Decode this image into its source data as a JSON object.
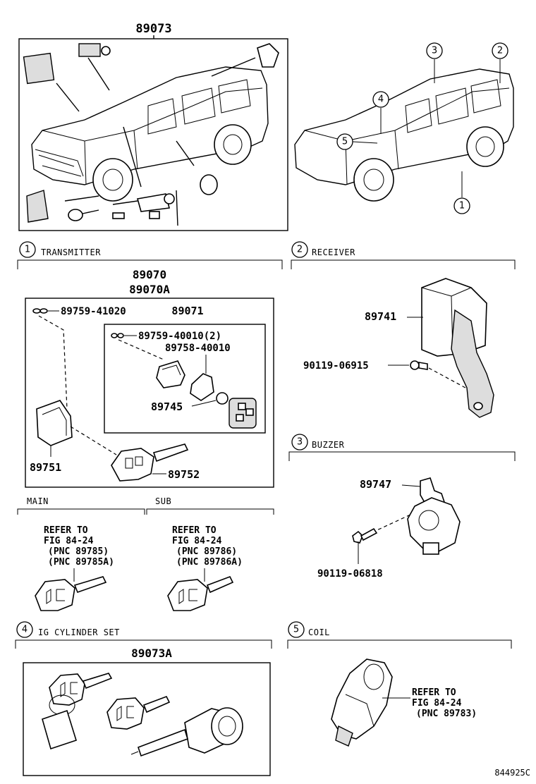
{
  "overview": {
    "assy_number": "89073",
    "location_callouts": [
      "3",
      "2",
      "4",
      "5",
      "1"
    ]
  },
  "sections": {
    "transmitter": {
      "number": "1",
      "title": "TRANSMITTER",
      "assy_numbers": [
        "89070",
        "89070A"
      ],
      "parts": {
        "p89759_41020": "89759-41020",
        "p89071": "89071",
        "p89759_40010": "89759-40010(2)",
        "p89758_40010": "89758-40010",
        "p89745": "89745",
        "p89751": "89751",
        "p89752": "89752"
      },
      "main": {
        "label": "MAIN",
        "refer_line1": "REFER TO",
        "refer_line2": "FIG 84-24",
        "pnc1": "(PNC 89785)",
        "pnc2": "(PNC 89785A)"
      },
      "sub": {
        "label": "SUB",
        "refer_line1": "REFER TO",
        "refer_line2": "FIG 84-24",
        "pnc1": "(PNC 89786)",
        "pnc2": "(PNC 89786A)"
      }
    },
    "receiver": {
      "number": "2",
      "title": "RECEIVER",
      "parts": {
        "p89741": "89741",
        "p90119_06915": "90119-06915"
      }
    },
    "buzzer": {
      "number": "3",
      "title": "BUZZER",
      "parts": {
        "p89747": "89747",
        "p90119_06818": "90119-06818"
      }
    },
    "ig_cylinder": {
      "number": "4",
      "title": "IG CYLINDER SET",
      "assy_number": "89073A"
    },
    "coil": {
      "number": "5",
      "title": "COIL",
      "refer_line1": "REFER TO",
      "refer_line2": "FIG 84-24",
      "pnc": "(PNC 89783)"
    }
  },
  "figure_code": "844925C"
}
